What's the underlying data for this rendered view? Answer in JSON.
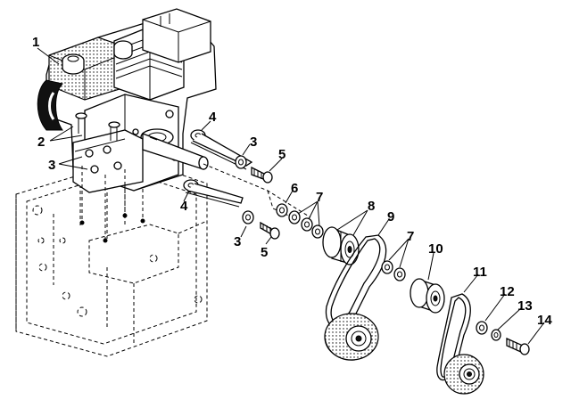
{
  "callouts": [
    "1",
    "2",
    "3",
    "3",
    "4",
    "3",
    "5",
    "4",
    "6",
    "7",
    "8",
    "3",
    "5",
    "9",
    "7",
    "10",
    "11",
    "12",
    "13",
    "14"
  ]
}
